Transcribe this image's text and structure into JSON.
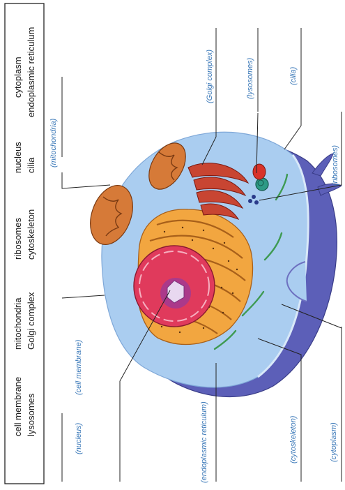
{
  "word_bank": {
    "col1": [
      "cell membrane",
      "lysosomes"
    ],
    "col2": [
      "mitochondria",
      "Golgi complex"
    ],
    "col3": [
      "ribosomes",
      "cytoskeleton"
    ],
    "col4": [
      "nucleus",
      "cilia"
    ],
    "col5": [
      "cytoplasm",
      "endoplasmic reticulum"
    ]
  },
  "labels": {
    "cell_membrane": "(cell membrane)",
    "nucleus": "(nucleus)",
    "endoplasmic_reticulum": "(endoplasmic reticulum)",
    "cytoskeleton": "(cytoskeleton)",
    "cytoplasm": "(cytoplasm)",
    "mitochondria": "(mitochondria)",
    "golgi_complex": "(Golgi complex)",
    "lysosomes": "(lysosomes)",
    "cilia": "(cilia)",
    "ribosomes": "(ribosomes)"
  },
  "colors": {
    "label_blue": "#3a78b8",
    "membrane": "#5c5fb8",
    "cytoplasm": "#aacdf0",
    "nucleus": "#e03a5c",
    "er": "#f2a640",
    "mitochondria": "#d67a38",
    "golgi": "#c84532",
    "lysosome": "#2d9a86"
  }
}
